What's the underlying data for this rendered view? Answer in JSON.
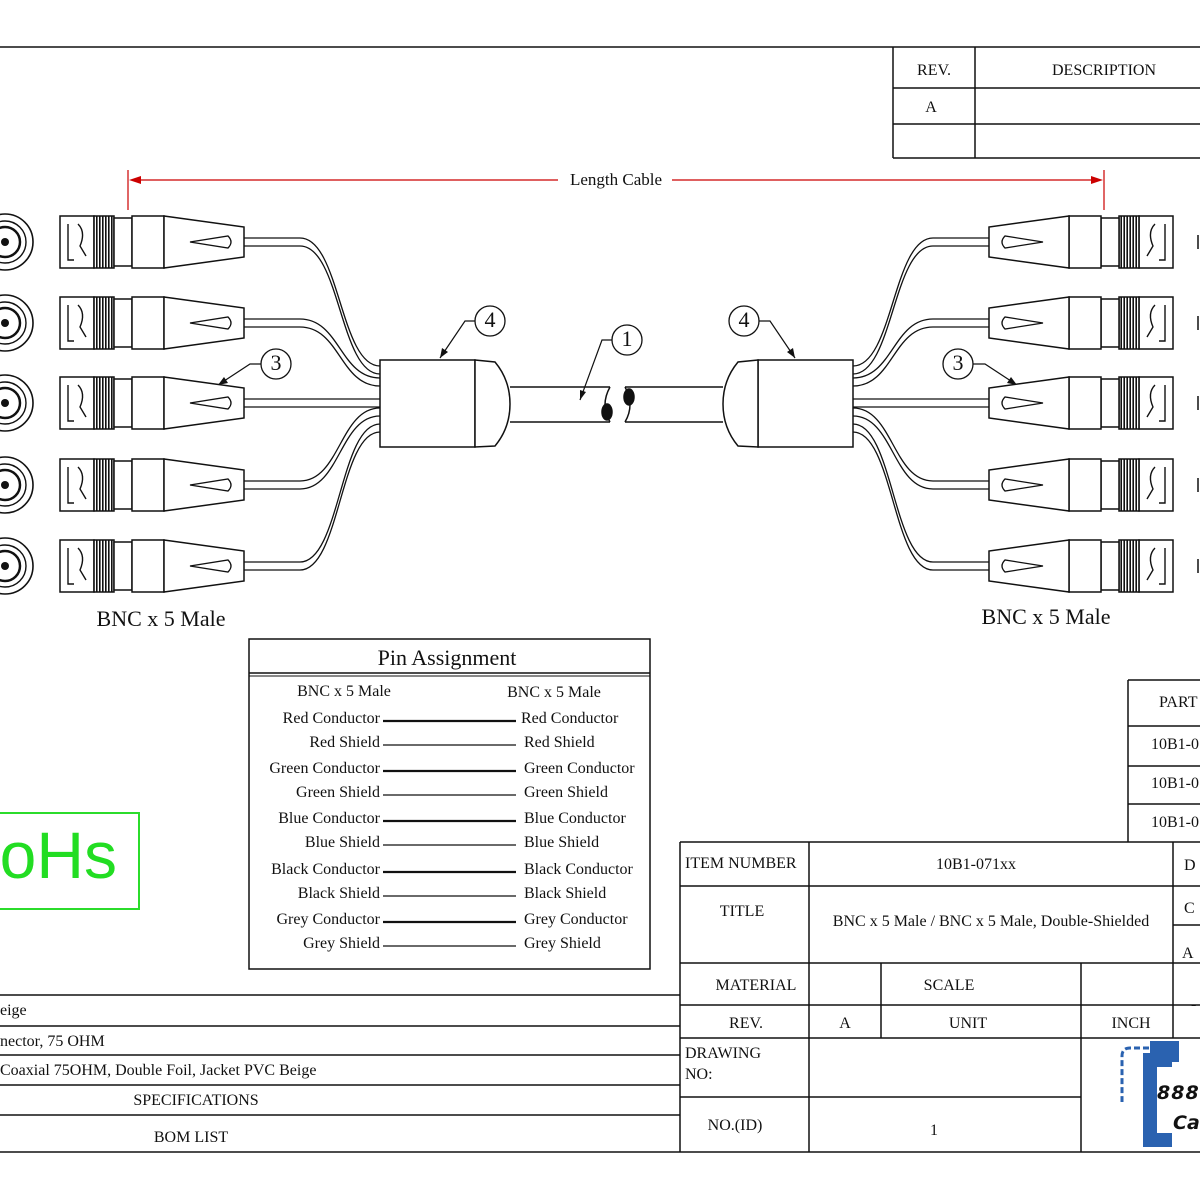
{
  "revision_table": {
    "rev_header": "REV.",
    "description_header": "DESCRIPTION",
    "rev_value": "A"
  },
  "dimension_label": "Length Cable",
  "callouts": [
    "4",
    "1",
    "4",
    "3",
    "3"
  ],
  "connectors": {
    "left_label": "BNC x 5 Male",
    "right_label": "BNC x 5 Male"
  },
  "pin_assignment": {
    "title": "Pin Assignment",
    "left_header": "BNC x 5 Male",
    "right_header": "BNC x 5 Male",
    "rows": [
      {
        "left": "Red Conductor",
        "right": "Red Conductor"
      },
      {
        "left": "Red Shield",
        "right": "Red Shield"
      },
      {
        "left": "Green Conductor",
        "right": "Green Conductor"
      },
      {
        "left": "Green Shield",
        "right": "Green Shield"
      },
      {
        "left": "Blue Conductor",
        "right": "Blue Conductor"
      },
      {
        "left": "Blue Shield",
        "right": "Blue Shield"
      },
      {
        "left": "Black Conductor",
        "right": "Black Conductor"
      },
      {
        "left": "Black Shield",
        "right": "Black Shield"
      },
      {
        "left": "Grey Conductor",
        "right": "Grey Conductor"
      },
      {
        "left": "Grey Shield",
        "right": "Grey Shield"
      }
    ]
  },
  "part_table": {
    "header": "PART",
    "rows": [
      "10B1-0",
      "10B1-0",
      "10B1-0"
    ]
  },
  "rohs": "oHs",
  "bom": {
    "rows": [
      "eige",
      "nector, 75 OHM",
      "Coaxial 75OHM, Double Foil, Jacket PVC Beige"
    ],
    "specifications_label": "SPECIFICATIONS",
    "bom_list_label": "BOM LIST"
  },
  "title_block": {
    "item_number_label": "ITEM NUMBER",
    "item_number_value": "10B1-071xx",
    "title_label": "TITLE",
    "title_value": "BNC x 5 Male / BNC x 5 Male, Double-Shielded",
    "material_label": "MATERIAL",
    "scale_label": "SCALE",
    "rev_label": "REV.",
    "rev_value": "A",
    "unit_label": "UNIT",
    "unit_value": "INCH",
    "drawing_no_label": "DRAWING\nNO:",
    "no_id_label": "NO.(ID)",
    "no_id_value": "1",
    "right_cells": [
      "D",
      "C",
      "A",
      "-"
    ]
  },
  "logo": {
    "number_text": "888",
    "brand_text": "Ca"
  }
}
